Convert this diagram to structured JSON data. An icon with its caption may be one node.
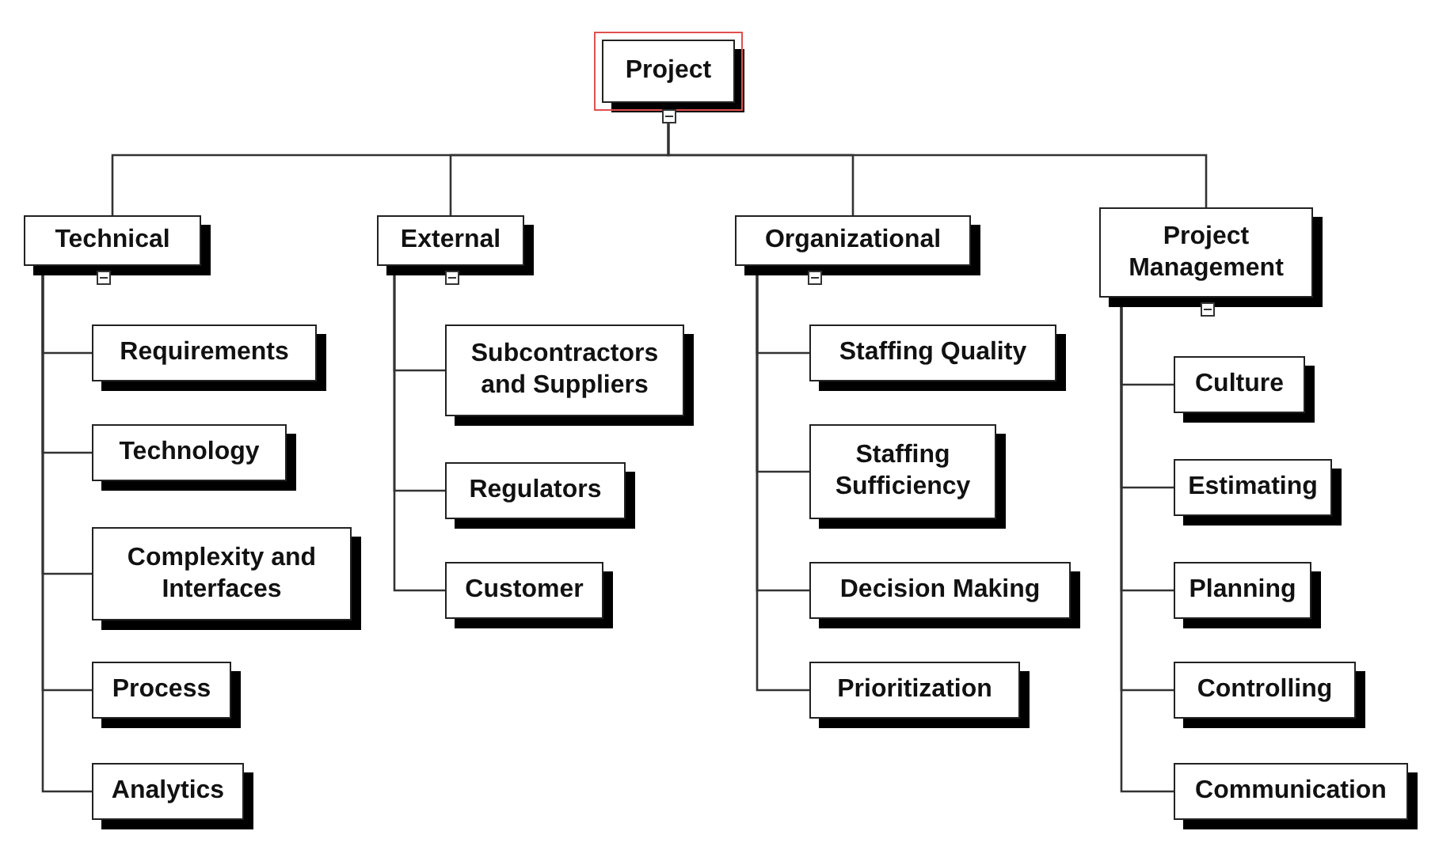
{
  "diagram": {
    "nodes": [
      {
        "text": [
          "Project"
        ]
      },
      {
        "text": [
          "Technical"
        ]
      },
      {
        "text": [
          "External"
        ]
      },
      {
        "text": [
          "Organizational"
        ]
      },
      {
        "text": [
          "Project Management"
        ]
      },
      {
        "text": [
          "Requirements"
        ]
      },
      {
        "text": [
          "Technology"
        ]
      },
      {
        "text": [
          "Complexity and Interfaces"
        ]
      },
      {
        "text": [
          "Process"
        ]
      },
      {
        "text": [
          "Analytics"
        ]
      },
      {
        "text": [
          "Subcontractors and Suppliers"
        ]
      },
      {
        "text": [
          "Regulators"
        ]
      },
      {
        "text": [
          "Customer"
        ]
      },
      {
        "text": [
          "Staffing Quality"
        ]
      },
      {
        "text": [
          "Staffing Sufficiency"
        ]
      },
      {
        "text": [
          "Decision Making"
        ]
      },
      {
        "text": [
          "Prioritization"
        ]
      },
      {
        "text": [
          "Culture"
        ]
      },
      {
        "text": [
          "Estimating"
        ]
      },
      {
        "text": [
          "Planning"
        ]
      },
      {
        "text": [
          "Controlling"
        ]
      },
      {
        "text": [
          "Communication"
        ]
      }
    ],
    "edges": [
      {
        "from": 0,
        "to": 1,
        "arrow": "none"
      },
      {
        "from": 0,
        "to": 2,
        "arrow": "none"
      },
      {
        "from": 0,
        "to": 3,
        "arrow": "none"
      },
      {
        "from": 0,
        "to": 4,
        "arrow": "none"
      },
      {
        "from": 1,
        "to": 5,
        "arrow": "none"
      },
      {
        "from": 1,
        "to": 6,
        "arrow": "none"
      },
      {
        "from": 1,
        "to": 7,
        "arrow": "none"
      },
      {
        "from": 1,
        "to": 8,
        "arrow": "none"
      },
      {
        "from": 1,
        "to": 9,
        "arrow": "none"
      },
      {
        "from": 2,
        "to": 10,
        "arrow": "none"
      },
      {
        "from": 2,
        "to": 11,
        "arrow": "none"
      },
      {
        "from": 2,
        "to": 12,
        "arrow": "none"
      },
      {
        "from": 3,
        "to": 13,
        "arrow": "none"
      },
      {
        "from": 3,
        "to": 14,
        "arrow": "none"
      },
      {
        "from": 3,
        "to": 15,
        "arrow": "none"
      },
      {
        "from": 3,
        "to": 16,
        "arrow": "none"
      },
      {
        "from": 4,
        "to": 17,
        "arrow": "none"
      },
      {
        "from": 4,
        "to": 18,
        "arrow": "none"
      },
      {
        "from": 4,
        "to": 19,
        "arrow": "none"
      },
      {
        "from": 4,
        "to": 20,
        "arrow": "none"
      },
      {
        "from": 4,
        "to": 21,
        "arrow": "none"
      }
    ]
  }
}
